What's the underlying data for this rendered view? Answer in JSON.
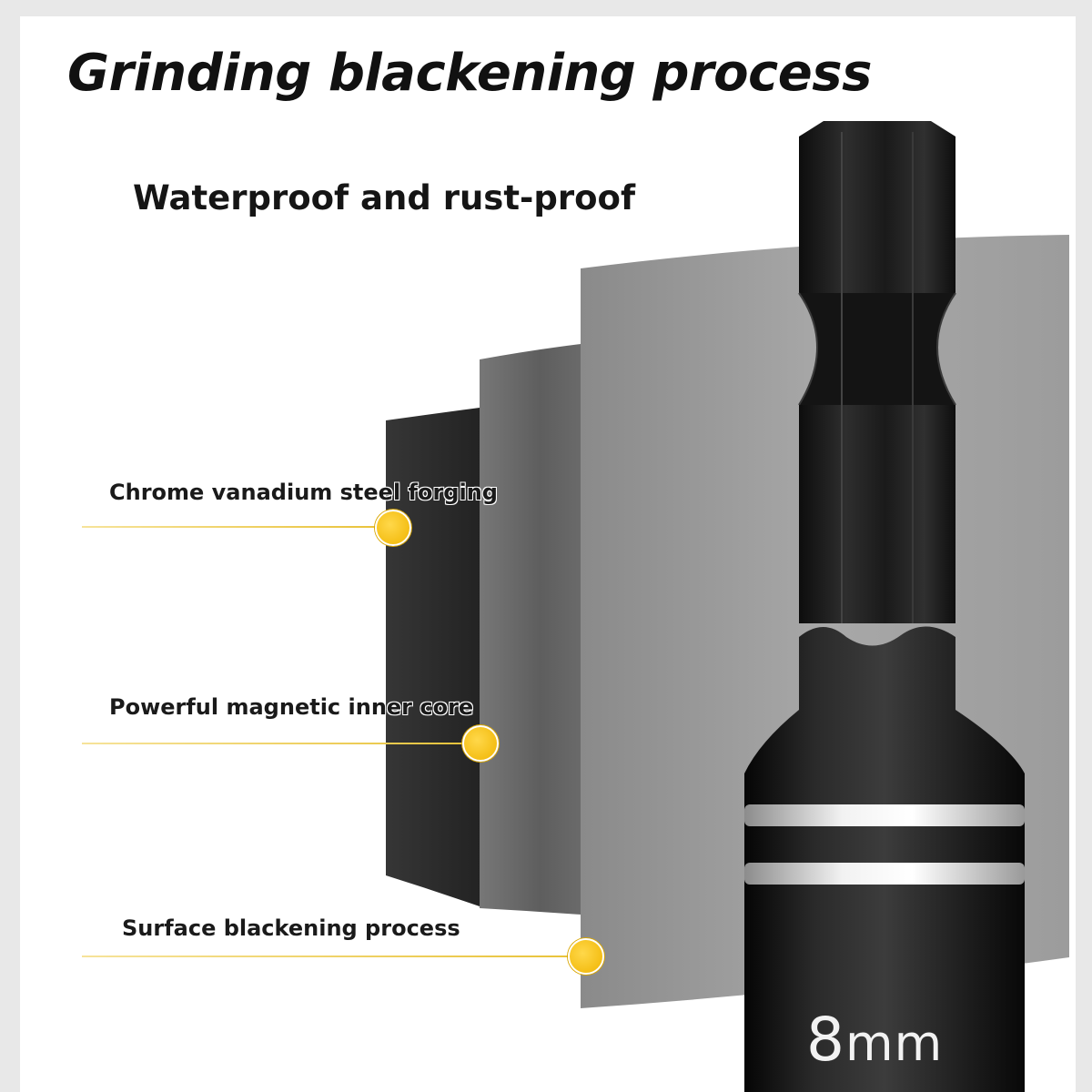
{
  "headline": "Grinding blackening process",
  "subheadline": "Waterproof and rust-proof",
  "callouts": [
    {
      "label": "Chrome vanadium steel forging"
    },
    {
      "label": "Powerful magnetic inner core"
    },
    {
      "label": "Surface blackening process"
    }
  ],
  "product": {
    "size_number": "8",
    "size_unit": "mm"
  },
  "colors": {
    "accent_yellow": "#f5c400",
    "layer_black": "#2b2b2b",
    "layer_dark_gray": "#6b6b6b",
    "layer_light_gray": "#9a9a9a",
    "background": "#ffffff"
  }
}
